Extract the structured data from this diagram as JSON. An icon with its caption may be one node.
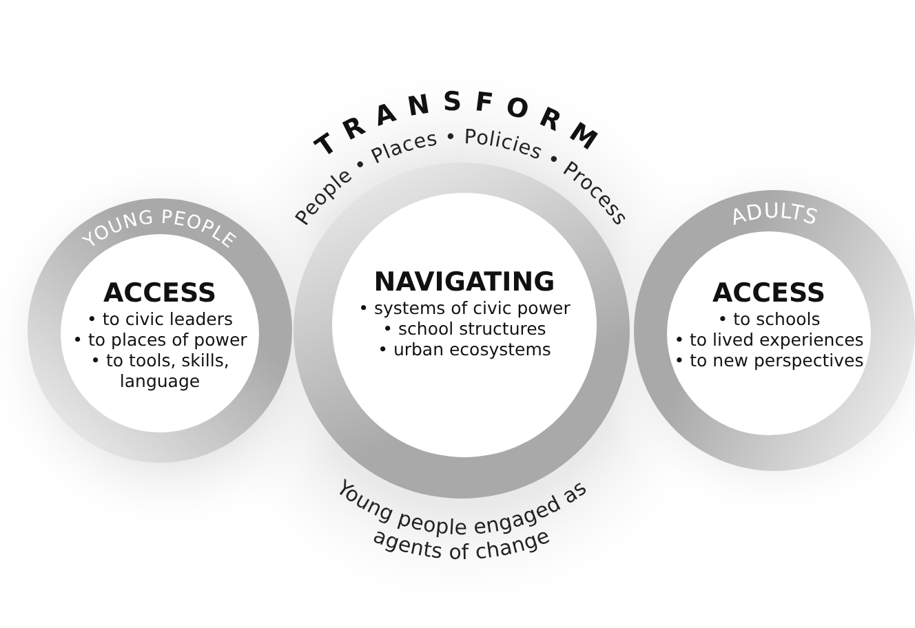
{
  "diagram": {
    "nodes": [
      {
        "text": [
          "YOUNG PEOPLE",
          "ACCESS",
          "• to civic leaders",
          "• to places of power",
          "• to tools, skills, language"
        ]
      },
      {
        "text": [
          "TRANSFORM",
          "People • Places • Policies • Process",
          "NAVIGATING",
          "• systems of civic power",
          "• school structures",
          "• urban ecosystems"
        ],
        "beside": [
          "Young people engaged as agents of change"
        ]
      },
      {
        "text": [
          "ADULTS",
          "ACCESS",
          "• to schools",
          "• to lived experiences",
          "• to new perspectives"
        ]
      }
    ]
  }
}
